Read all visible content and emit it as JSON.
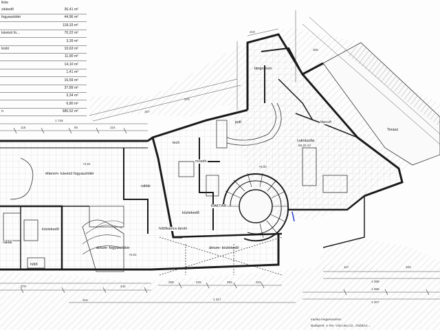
{
  "area_table": {
    "heading": "lista:",
    "rows": [
      {
        "name": "zlekedő",
        "area": "36,41 m²"
      },
      {
        "name": "fogyasztótér",
        "area": "44,96 m²"
      },
      {
        "name": "",
        "area": "118,33 m²"
      },
      {
        "name": "kávézó fo...",
        "area": "70,22 m²"
      },
      {
        "name": "",
        "area": "3,39 m²"
      },
      {
        "name": "kroló",
        "area": "10,63 m²"
      },
      {
        "name": "",
        "area": "11,90 m²"
      },
      {
        "name": "",
        "area": "14,10 m²"
      },
      {
        "name": "",
        "area": "1,41 m²"
      },
      {
        "name": "",
        "area": "16,59 m²"
      },
      {
        "name": "",
        "area": "37,89 m²"
      },
      {
        "name": "",
        "area": "3,34 m²"
      },
      {
        "name": "",
        "area": "6,80 m²"
      },
      {
        "name": "n",
        "area": "380,52 m²"
      }
    ]
  },
  "rooms": {
    "langosozo": "lángosozó",
    "pult": "pult",
    "terasz": "Terasz",
    "cukraszda": "cukrászda",
    "cukraszda_area": "69,33 m²",
    "lepcso": "lépcső",
    "tech": "tech",
    "mosdo": "mosdó",
    "raktar_center": "RAKTÁR",
    "kozlekedo_center": "közlekedő",
    "atrium_kozlekedo": "átrium- közlekedő",
    "etterem": "étterem- kávézó fogyasztótér",
    "raktar_mid": "raktár",
    "hutokamra": "hűtőkamra tároló",
    "atrium_fogyaszto": "átrium- fogyasztótér",
    "kozlekedo_left": "közlekedő",
    "raktar_left": "raktár",
    "huto": "hűtő"
  },
  "levels": {
    "l1": "+0,81",
    "l2": "+0,00",
    "l3": "+0,81"
  },
  "dimensions": {
    "d1729": "1 729",
    "d1317": "1 317",
    "d1207": "1 207",
    "d1089": "1 089",
    "d1088": "1 088",
    "d442": "442",
    "d316": "316",
    "d379": "379",
    "d269": "269",
    "d225": "225",
    "d255": "255",
    "d222": "222",
    "d116": "116",
    "d600": "60",
    "d375": "375",
    "d224": "224",
    "d157": "157",
    "d219": "219",
    "d333": "333",
    "d117": "117",
    "d305": "305"
  },
  "footer": {
    "line1": "munka megnevezése:",
    "line2": "Budapest, V. ker. Váci utca 22., Zsibárus ..."
  },
  "colors": {
    "wall": "#1a1a1a",
    "hatch": "#b8b8b8",
    "grid": "#c9c9c9",
    "accent_blue": "#2a3ccf"
  }
}
